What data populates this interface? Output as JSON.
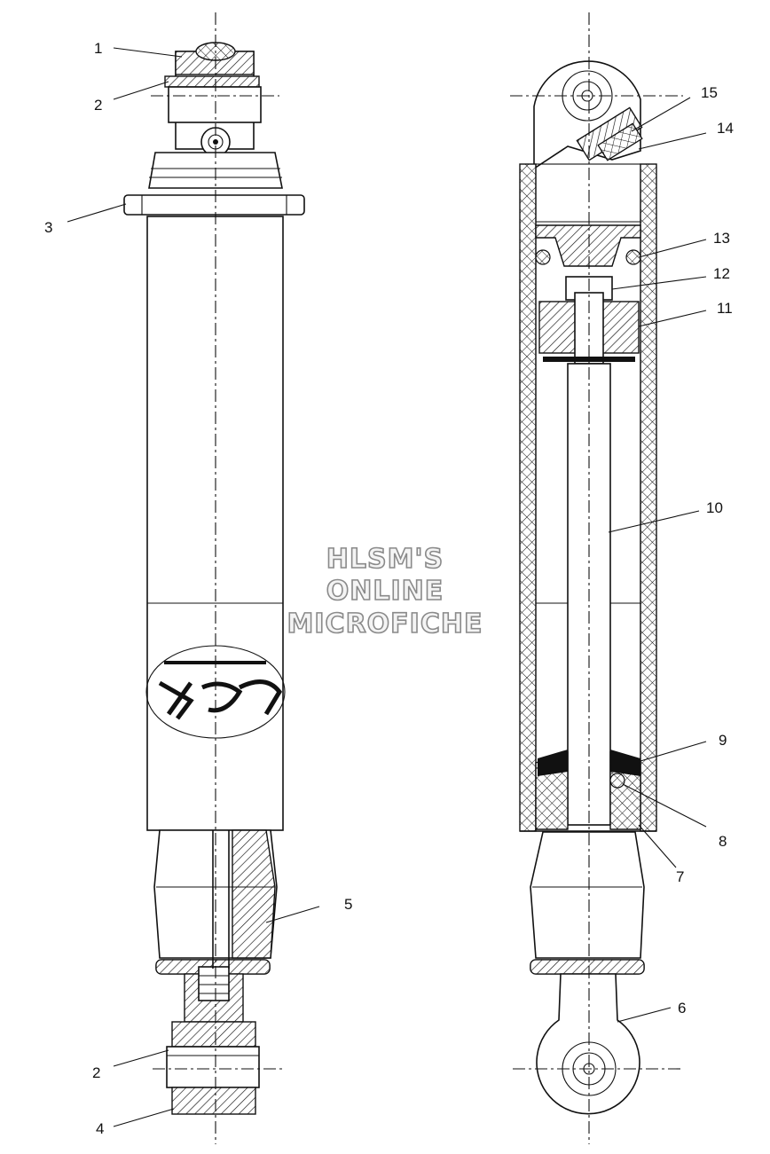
{
  "watermark": {
    "line1": "HLSM'S",
    "line2": "ONLINE",
    "line3": "MICROFICHE"
  },
  "callouts": [
    {
      "id": "1",
      "text": "1"
    },
    {
      "id": "2a",
      "text": "2"
    },
    {
      "id": "3",
      "text": "3"
    },
    {
      "id": "5",
      "text": "5"
    },
    {
      "id": "2b",
      "text": "2"
    },
    {
      "id": "4",
      "text": "4"
    },
    {
      "id": "15",
      "text": "15"
    },
    {
      "id": "14",
      "text": "14"
    },
    {
      "id": "13",
      "text": "13"
    },
    {
      "id": "12",
      "text": "12"
    },
    {
      "id": "11",
      "text": "11"
    },
    {
      "id": "10",
      "text": "10"
    },
    {
      "id": "9",
      "text": "9"
    },
    {
      "id": "8",
      "text": "8"
    },
    {
      "id": "7",
      "text": "7"
    },
    {
      "id": "6",
      "text": "6"
    }
  ]
}
